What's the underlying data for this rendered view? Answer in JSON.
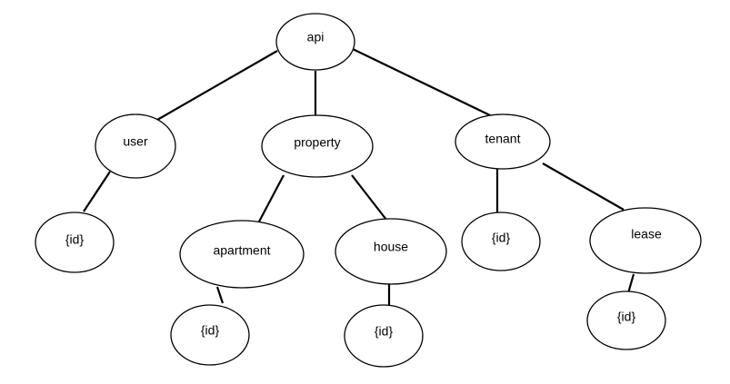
{
  "diagram": {
    "type": "tree",
    "colors": {
      "stroke": "#000000",
      "fill": "#ffffff",
      "background": "#ffffff"
    },
    "nodes": {
      "api": {
        "label": "api"
      },
      "user": {
        "label": "user"
      },
      "property": {
        "label": "property"
      },
      "tenant": {
        "label": "tenant"
      },
      "user_id": {
        "label": "{id}"
      },
      "apartment": {
        "label": "apartment"
      },
      "house": {
        "label": "house"
      },
      "tenant_id": {
        "label": "{id}"
      },
      "lease": {
        "label": "lease"
      },
      "apartment_id": {
        "label": "{id}"
      },
      "house_id": {
        "label": "{id}"
      },
      "lease_id": {
        "label": "{id}"
      }
    },
    "edges": [
      [
        "api",
        "user"
      ],
      [
        "api",
        "property"
      ],
      [
        "api",
        "tenant"
      ],
      [
        "user",
        "user_id"
      ],
      [
        "property",
        "apartment"
      ],
      [
        "property",
        "house"
      ],
      [
        "tenant",
        "tenant_id"
      ],
      [
        "tenant",
        "lease"
      ],
      [
        "apartment",
        "apartment_id"
      ],
      [
        "house",
        "house_id"
      ],
      [
        "lease",
        "lease_id"
      ]
    ]
  }
}
